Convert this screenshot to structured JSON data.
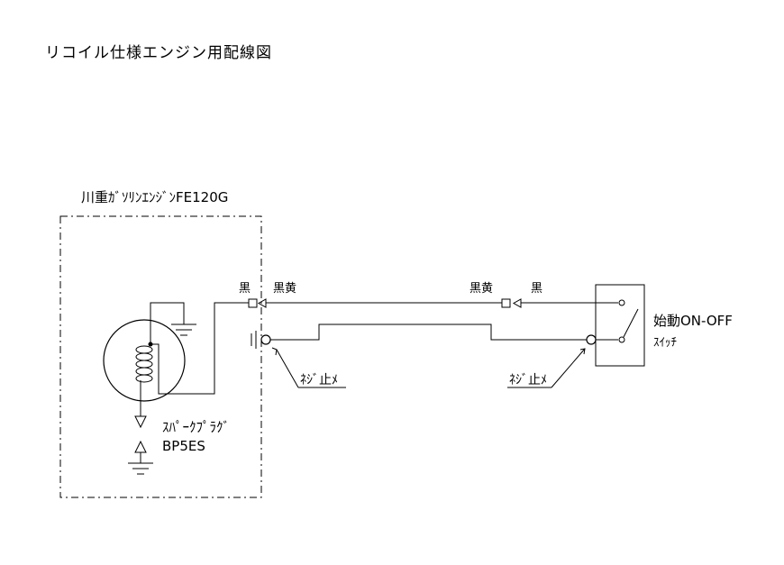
{
  "title": "リコイル仕様エンジン用配線図",
  "engine_label": "川重ｶﾞｿﾘﾝｴﾝｼﾞﾝFE120G",
  "wire_label_black_left": "黒",
  "wire_label_black_yellow_left": "黒黄",
  "wire_label_black_yellow_right": "黒黄",
  "wire_label_black_right": "黒",
  "screw_stop_left": "ﾈｼﾞ止ﾒ",
  "screw_stop_right": "ﾈｼﾞ止ﾒ",
  "spark_plug_label": "ｽﾊﾟｰｸﾌﾟﾗｸﾞ",
  "spark_plug_model": "BP5ES",
  "switch_label": "始動ON-OFF",
  "switch_sub_label": "ｽｲｯﾁ"
}
